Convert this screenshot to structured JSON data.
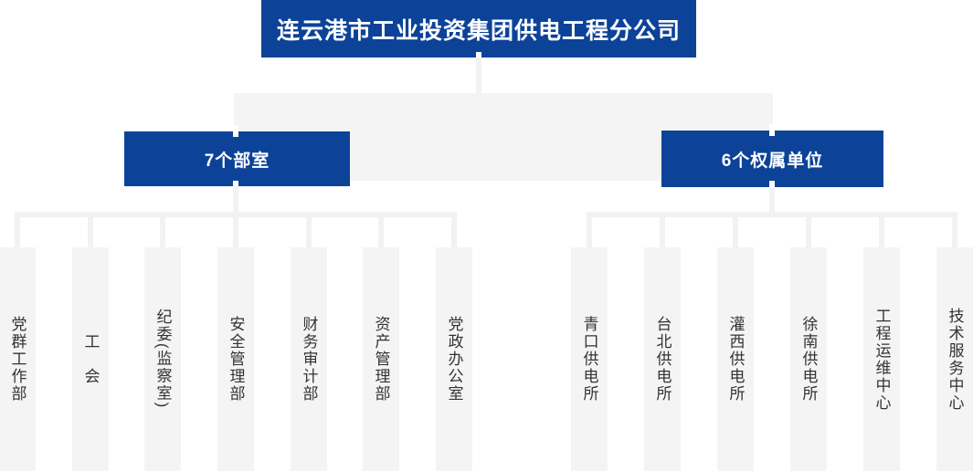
{
  "org": {
    "root": {
      "label": "连云港市工业投资集团供电工程分公司"
    },
    "branches": [
      {
        "label": "7个部室",
        "children": [
          "党群工作部",
          "工　会",
          "纪委(监察室)",
          "安全管理部",
          "财务审计部",
          "资产管理部",
          "党政办公室"
        ]
      },
      {
        "label": "6个权属单位",
        "children": [
          "青口供电所",
          "台北供电所",
          "灌西供电所",
          "徐南供电所",
          "工程运维中心",
          "技术服务中心"
        ]
      }
    ]
  },
  "colors": {
    "primary_blue": "#0c4398",
    "shape_gray": "#f4f4f5",
    "line_gray": "#f1f2f4",
    "text_dark": "#333333",
    "box_text": "#ffffff"
  }
}
